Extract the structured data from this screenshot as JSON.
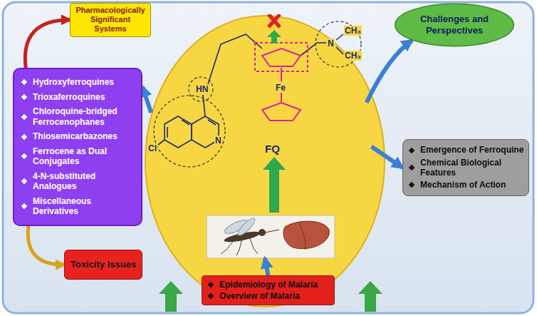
{
  "diagram": {
    "nodes": [
      {
        "text": [
          "Pharmacologically Significant Systems"
        ]
      },
      {
        "text": [
          "FQ"
        ]
      },
      {
        "text": [
          "Challenges and Perspectives"
        ]
      },
      {
        "text": [
          "Hydroxyferroquines",
          "Trioxaferroquines",
          "Chloroquine-bridged Ferrocenophanes",
          "Thiosemicarbazones",
          "Ferrocene as Dual Conjugates",
          "4-N-substituted Analogues",
          "Miscellaneous Derivatives"
        ]
      },
      {
        "text": [
          "Emergence of Ferroquine",
          "Chemical Biological Features",
          "Mechanism of Action"
        ]
      },
      {
        "text": [
          "Toxicity Issues"
        ]
      },
      {
        "text": [
          "Epidemiology of Malaria",
          "Overview of Malaria"
        ]
      }
    ],
    "edges": [
      {
        "from": 3,
        "to": 0,
        "arrow": "to"
      },
      {
        "from": 3,
        "to": 5,
        "arrow": "to"
      },
      {
        "from": 1,
        "to": 3,
        "arrow": "to"
      },
      {
        "from": 1,
        "to": 4,
        "arrow": "to"
      },
      {
        "from": 1,
        "to": 2,
        "arrow": "to"
      },
      {
        "from": 6,
        "to": 1,
        "arrow": "to"
      }
    ],
    "labels": [
      "HN",
      "Cl",
      "N",
      "Fe",
      "N",
      "CH₃",
      "CH₃"
    ]
  }
}
